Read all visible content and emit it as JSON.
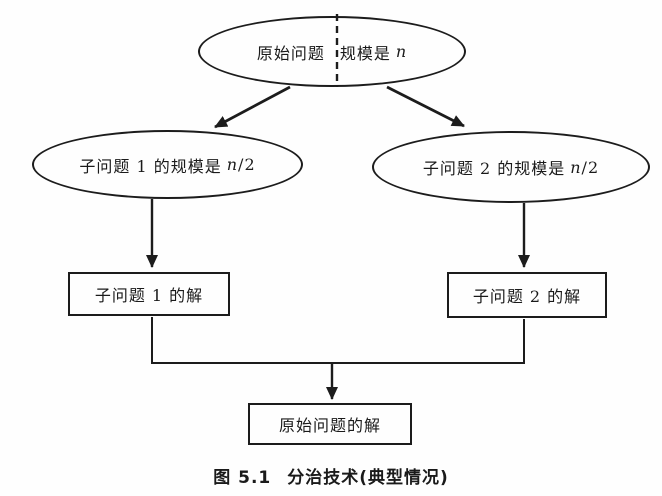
{
  "diagram": {
    "top_ellipse": {
      "part1": "原始问题",
      "part2": "规模是",
      "var": "n"
    },
    "left_ellipse": {
      "prefix": "子问题 1 的规模是",
      "var": "n",
      "suffix": "/2"
    },
    "right_ellipse": {
      "prefix": "子问题 2 的规模是",
      "var": "n",
      "suffix": "/2"
    },
    "left_box": {
      "label": "子问题 1 的解"
    },
    "right_box": {
      "label": "子问题 2 的解"
    },
    "bottom_box": {
      "label": "原始问题的解"
    },
    "caption": {
      "figure_label": "图 5.1",
      "title": "分治技术(典型情况)"
    },
    "colors": {
      "stroke": "#1c1c1c",
      "background": "#fefefe",
      "text": "#1a1a1a"
    }
  }
}
